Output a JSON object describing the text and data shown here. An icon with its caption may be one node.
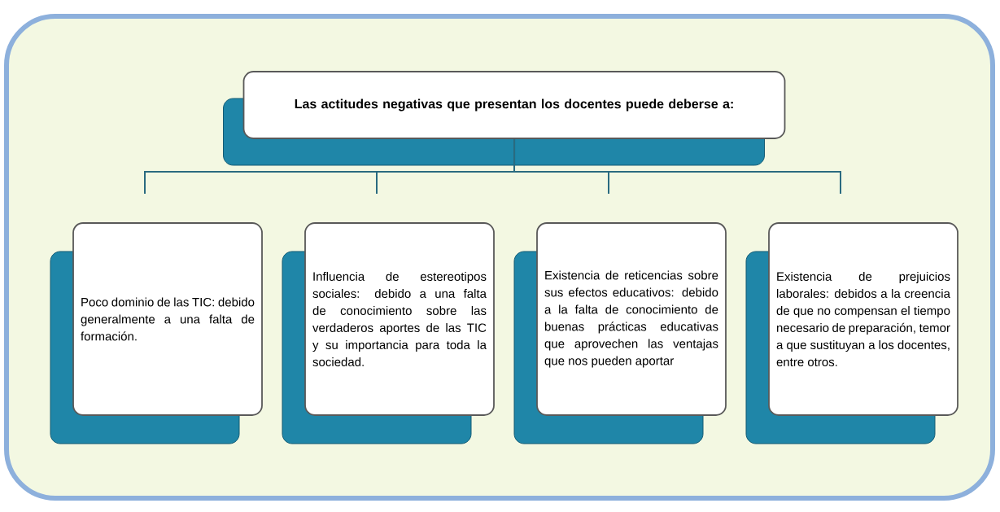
{
  "diagram": {
    "nodes": [
      {
        "text": [
          "Las actitudes negativas que presentan los docentes puede deberse a:"
        ]
      },
      {
        "text": [
          "Poco dominio de las TIC: debido generalmente a una falta de formación."
        ]
      },
      {
        "text": [
          "Influencia de estereotipos sociales: debido a una falta de conocimiento sobre las verdaderos aportes de las TIC y su importancia para toda la sociedad."
        ]
      },
      {
        "text": [
          "Existencia de reticencias sobre sus efectos educativos: debido a la falta de conocimiento de buenas prácticas educativas que aprovechen las ventajas que nos pueden aportar"
        ]
      },
      {
        "text": [
          "Existencia de prejuicios laborales: debidos a la creencia de que no compensan el tiempo necesario de preparación, temor a que sustituyan a los docentes, entre otros."
        ]
      }
    ],
    "edges": [
      {
        "from": 0,
        "to": 1,
        "arrow": "none"
      },
      {
        "from": 0,
        "to": 2,
        "arrow": "none"
      },
      {
        "from": 0,
        "to": 3,
        "arrow": "none"
      },
      {
        "from": 0,
        "to": 4,
        "arrow": "none"
      }
    ]
  }
}
